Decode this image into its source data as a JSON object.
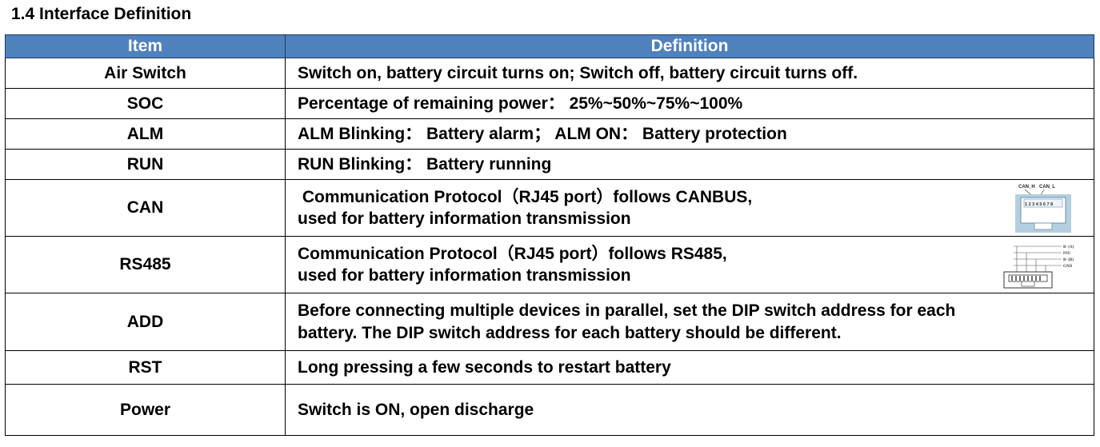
{
  "section_title": "1.4 Interface Definition",
  "table": {
    "headers": {
      "item": "Item",
      "definition": "Definition"
    },
    "rows": [
      {
        "item": "Air Switch",
        "definition": [
          "Switch on, battery circuit turns on;  Switch off, battery circuit turns off."
        ]
      },
      {
        "item": "SOC",
        "definition": [
          "Percentage of remaining power：  25%~50%~75%~100%"
        ]
      },
      {
        "item": "ALM",
        "definition": [
          "ALM Blinking：  Battery alarm；  ALM ON：  Battery protection"
        ]
      },
      {
        "item": "RUN",
        "definition": [
          "RUN Blinking：   Battery running"
        ]
      },
      {
        "item": "CAN",
        "definition": [
          " Communication Protocol（RJ45 port）follows CANBUS,",
          "used for battery information transmission"
        ],
        "image_labels": [
          "CAN_H",
          "CAN_L",
          "1 2 3 4 5 6 7 8"
        ]
      },
      {
        "item": "RS485",
        "definition": [
          "Communication Protocol（RJ45 port）follows RS485,",
          "used for battery information transmission"
        ],
        "image_labels": [
          "B- (A)",
          "PSU",
          "B- (B)",
          "GND"
        ]
      },
      {
        "item": "ADD",
        "definition": [
          "Before connecting multiple devices in parallel, set the DIP switch address for each",
          "battery. The DIP switch address for each battery should be different."
        ]
      },
      {
        "item": "RST",
        "definition": [
          "Long pressing a few seconds to restart battery"
        ]
      },
      {
        "item": "Power",
        "definition": [
          "Switch is ON, open discharge"
        ]
      }
    ]
  },
  "colors": {
    "header_bg": "#4f81bd",
    "header_text": "#ffffff",
    "border": "#000000"
  }
}
